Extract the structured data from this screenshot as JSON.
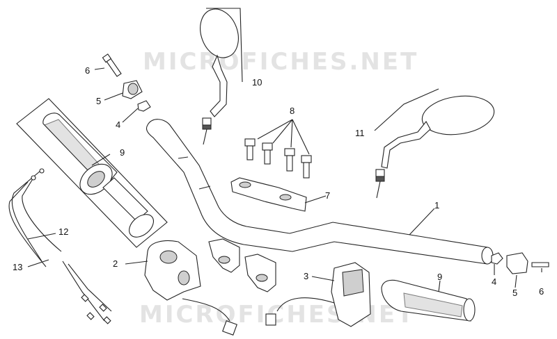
{
  "watermark": "MICROFICHES.NET",
  "callouts": {
    "c1": "1",
    "c2": "2",
    "c3": "3",
    "c4_left": "4",
    "c4_right": "4",
    "c5_left": "5",
    "c5_right": "5",
    "c6_left": "6",
    "c6_right": "6",
    "c7": "7",
    "c8": "8",
    "c9_left": "9",
    "c9_right": "9",
    "c10": "10",
    "c11": "11",
    "c12": "12",
    "c13": "13"
  }
}
